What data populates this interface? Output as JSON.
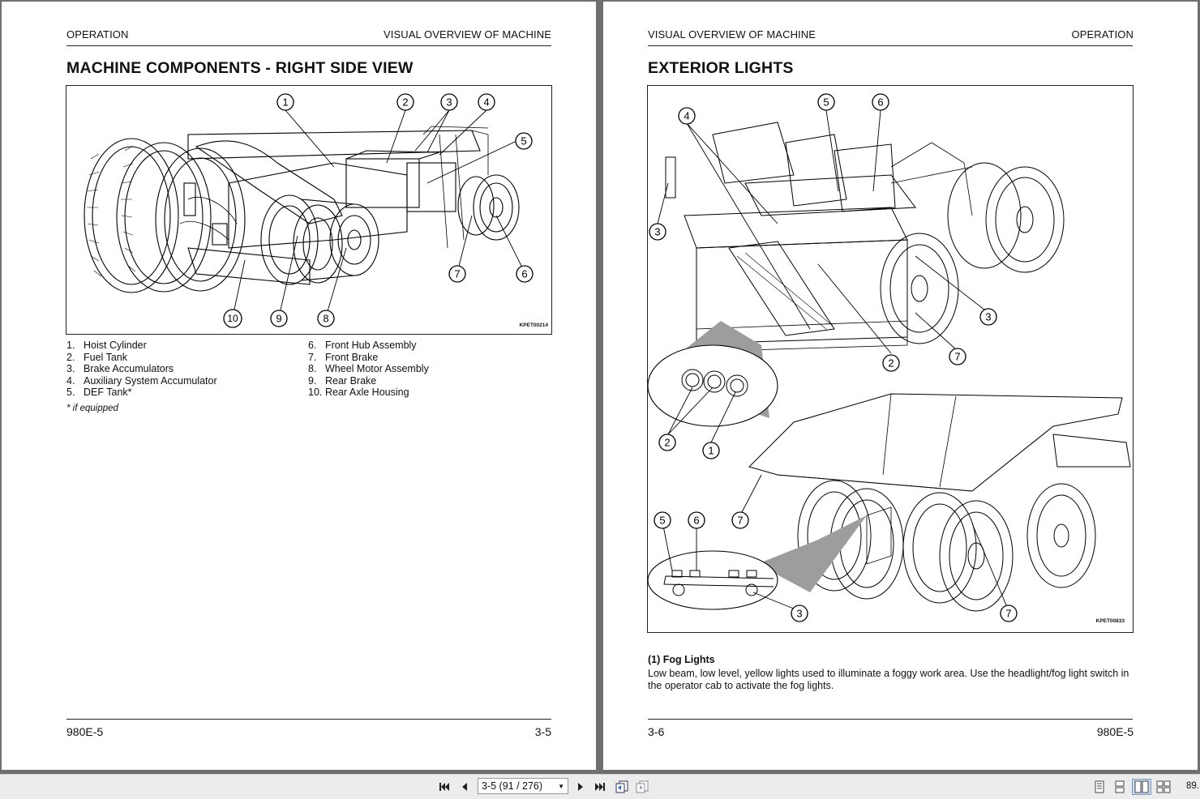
{
  "left_page": {
    "header_left": "OPERATION",
    "header_right": "VISUAL OVERVIEW OF MACHINE",
    "title": "MACHINE COMPONENTS - RIGHT SIDE VIEW",
    "figure_id": "KPET00214",
    "callouts": [
      "1",
      "2",
      "3",
      "4",
      "5",
      "6",
      "7",
      "8",
      "9",
      "10"
    ],
    "legend_left": [
      {
        "num": "1.",
        "label": "Hoist Cylinder"
      },
      {
        "num": "2.",
        "label": "Fuel Tank"
      },
      {
        "num": "3.",
        "label": "Brake Accumulators"
      },
      {
        "num": "4.",
        "label": "Auxiliary System Accumulator"
      },
      {
        "num": "5.",
        "label": "DEF Tank*"
      }
    ],
    "legend_right": [
      {
        "num": "6.",
        "label": "Front Hub Assembly"
      },
      {
        "num": "7.",
        "label": "Front Brake"
      },
      {
        "num": "8.",
        "label": "Wheel Motor Assembly"
      },
      {
        "num": "9.",
        "label": "Rear Brake"
      },
      {
        "num": "10.",
        "label": "Rear Axle Housing"
      }
    ],
    "footnote": "* if equipped",
    "footer_left": "980E-5",
    "footer_right": "3-5"
  },
  "right_page": {
    "header_left": "VISUAL OVERVIEW OF MACHINE",
    "header_right": "OPERATION",
    "title": "EXTERIOR LIGHTS",
    "figure_id": "KPET00833",
    "callouts": [
      "5",
      "6",
      "4",
      "3",
      "3",
      "2",
      "7",
      "2",
      "1",
      "7",
      "5",
      "6",
      "3",
      "7"
    ],
    "section_heading": "(1) Fog Lights",
    "section_body": "Low beam, low level, yellow lights used to illuminate a foggy work area. Use the headlight/fog light switch in the operator cab to activate the fog lights.",
    "footer_left": "3-6",
    "footer_right": "980E-5"
  },
  "toolbar": {
    "page_field_value": "3-5 (91 / 276)",
    "zoom_label": "89."
  }
}
